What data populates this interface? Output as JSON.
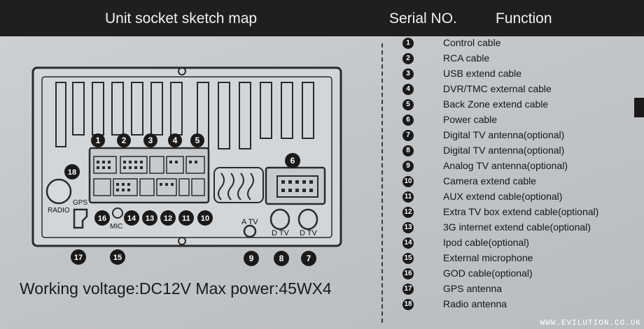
{
  "header": {
    "title": "Unit socket sketch map",
    "serial_label": "Serial NO.",
    "function_label": "Function"
  },
  "legend": [
    {
      "num": "1",
      "text": "Control cable"
    },
    {
      "num": "2",
      "text": "RCA cable"
    },
    {
      "num": "3",
      "text": "USB extend cable"
    },
    {
      "num": "4",
      "text": "DVR/TMC external cable"
    },
    {
      "num": "5",
      "text": "Back Zone extend cable"
    },
    {
      "num": "6",
      "text": "Power cable"
    },
    {
      "num": "7",
      "text": "Digital TV antenna(optional)"
    },
    {
      "num": "8",
      "text": "Digital TV antenna(optional)"
    },
    {
      "num": "9",
      "text": "Analog TV antenna(optional)"
    },
    {
      "num": "10",
      "text": "Camera extend cable"
    },
    {
      "num": "11",
      "text": "AUX extend cable(optional)"
    },
    {
      "num": "12",
      "text": "Extra TV box extend cable(optional)"
    },
    {
      "num": "13",
      "text": "3G internet extend cable(optional)"
    },
    {
      "num": "14",
      "text": "Ipod cable(optional)"
    },
    {
      "num": "15",
      "text": "External microphone"
    },
    {
      "num": "16",
      "text": "GOD cable(optional)"
    },
    {
      "num": "17",
      "text": "GPS antenna"
    },
    {
      "num": "18",
      "text": "Radio antenna"
    }
  ],
  "diagram": {
    "labels": {
      "radio": "RADIO",
      "gps": "GPS",
      "mic": "MIC",
      "atv": "A TV",
      "dtv_a": "D TV",
      "dtv_b": "D TV"
    },
    "numbers": {
      "n1": "1",
      "n2": "2",
      "n3": "3",
      "n4": "4",
      "n5": "5",
      "n6": "6",
      "n7": "7",
      "n8": "8",
      "n9": "9",
      "n10": "10",
      "n11": "11",
      "n12": "12",
      "n13": "13",
      "n14": "14",
      "n15": "15",
      "n16": "16",
      "n17": "17",
      "n18": "18"
    }
  },
  "footer": {
    "voltage": "Working voltage:DC12V  Max power:45WX4"
  },
  "watermark": "WWW.EVILUTION.CO.UK"
}
